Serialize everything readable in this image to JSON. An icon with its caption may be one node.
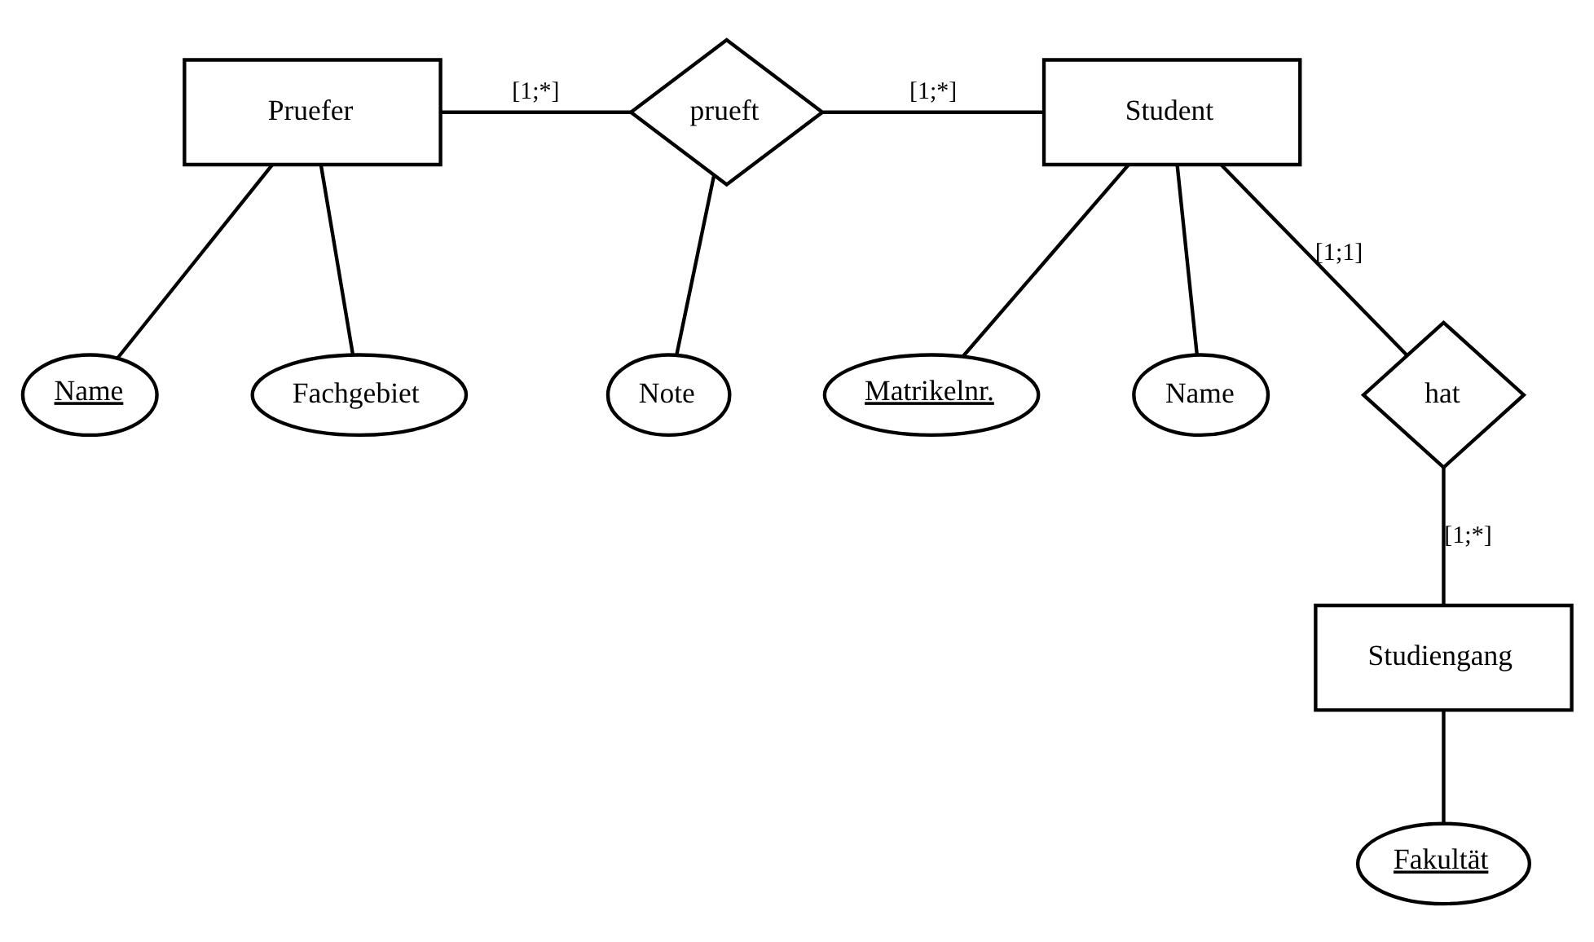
{
  "diagram": {
    "nodes": [
      {
        "text": [
          "Pruefer"
        ]
      },
      {
        "text": [
          "Name"
        ]
      },
      {
        "text": [
          "Fachgebiet"
        ]
      },
      {
        "text": [
          "prueft"
        ]
      },
      {
        "text": [
          "Note"
        ]
      },
      {
        "text": [
          "Student"
        ]
      },
      {
        "text": [
          "Matrikelnr."
        ]
      },
      {
        "text": [
          "Name"
        ]
      },
      {
        "text": [
          "hat"
        ]
      },
      {
        "text": [
          "Studiengang"
        ]
      },
      {
        "text": [
          "Fakultät"
        ]
      }
    ],
    "edges": [
      {
        "from": 0,
        "to": 3,
        "arrow": "none",
        "label": "[1;*]"
      },
      {
        "from": 3,
        "to": 5,
        "arrow": "none",
        "label": "[1;*]"
      },
      {
        "from": 3,
        "to": 4,
        "arrow": "none"
      },
      {
        "from": 0,
        "to": 1,
        "arrow": "none"
      },
      {
        "from": 0,
        "to": 2,
        "arrow": "none"
      },
      {
        "from": 5,
        "to": 6,
        "arrow": "none"
      },
      {
        "from": 5,
        "to": 7,
        "arrow": "none"
      },
      {
        "from": 5,
        "to": 8,
        "arrow": "none",
        "label": "[1;1]"
      },
      {
        "from": 8,
        "to": 9,
        "arrow": "none",
        "label": "[1;*]"
      },
      {
        "from": 9,
        "to": 10,
        "arrow": "none"
      }
    ]
  }
}
